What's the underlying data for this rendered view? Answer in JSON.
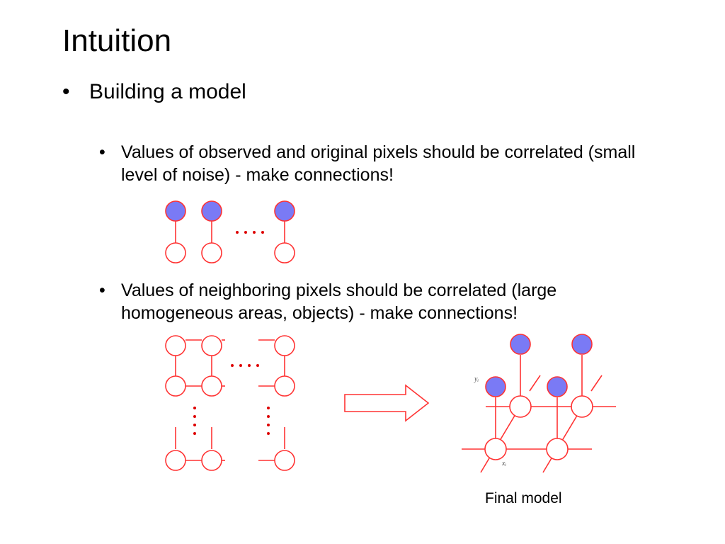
{
  "title": "Intuition",
  "bullets": [
    {
      "text": "Building a model",
      "sub_bullets": [
        "Values of observed and original pixels should be correlated (small level of noise) - make connections!",
        "Values of neighboring pixels should be correlated (large homogeneous areas, objects) - make connections!"
      ]
    }
  ],
  "bullet_glyph": "•",
  "labels": {
    "y": "yᵢ",
    "x": "xᵢ"
  },
  "caption": "Final model",
  "colors": {
    "observed_fill": "#7a7af5",
    "edge": "#ff3333",
    "dots": "#dd0000"
  }
}
